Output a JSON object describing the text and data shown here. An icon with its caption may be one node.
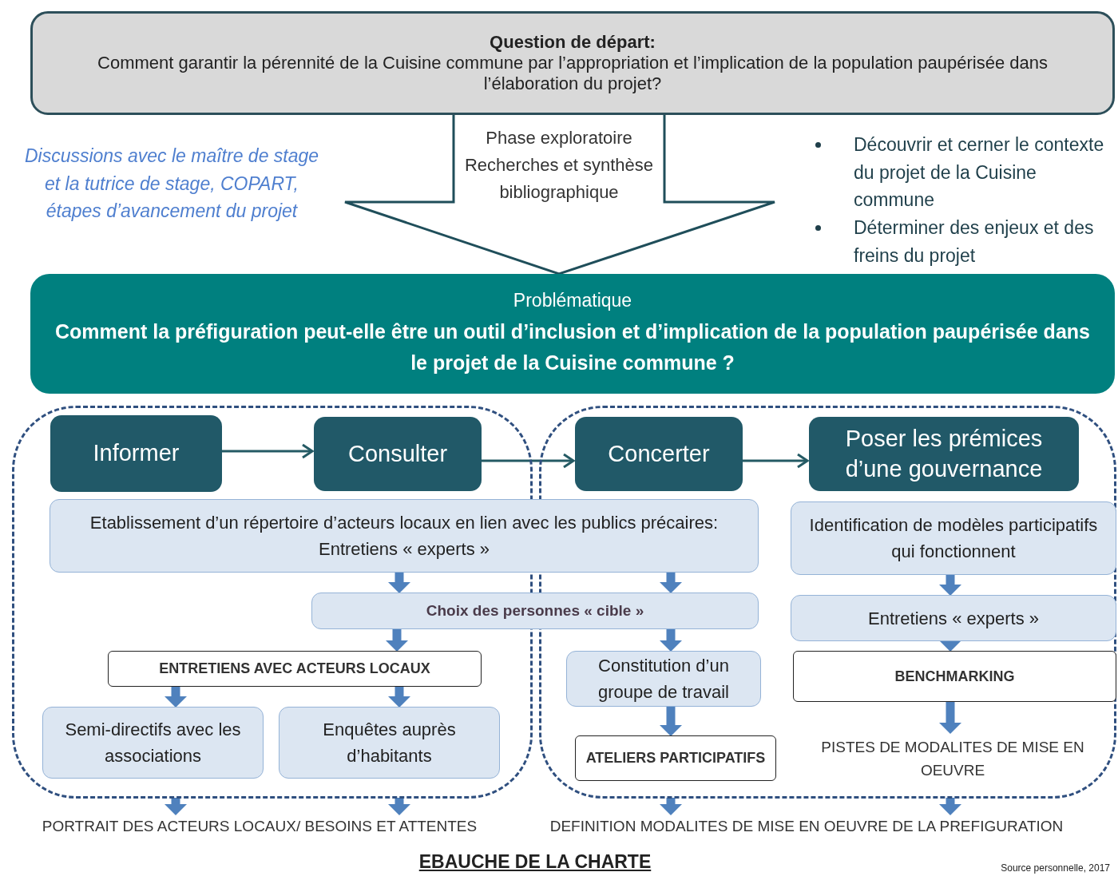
{
  "diagram": {
    "nodes": [
      {
        "text": [
          "Question de départ:",
          "Comment garantir la pérennité de la Cuisine commune par l’appropriation et  l’implication de la population paupérisée dans l’élaboration du projet?"
        ]
      },
      {
        "text": [
          "Phase exploratoire Recherches et synthèse bibliographique"
        ]
      },
      {
        "text": [
          "Problématique",
          "Comment la préfiguration peut-elle être un outil d’inclusion et d’implication de la population paupérisée dans le projet de la Cuisine commune ?"
        ]
      },
      {
        "text": [],
        "shape": "box"
      },
      {
        "text": [],
        "shape": "box"
      },
      {
        "text": [
          "Informer"
        ],
        "in": 3
      },
      {
        "text": [
          "Consulter"
        ],
        "in": 3
      },
      {
        "text": [
          "Concerter"
        ],
        "in": 4
      },
      {
        "text": [
          "Poser les prémices d’une gouvernance"
        ],
        "in": 4
      },
      {
        "text": [
          "Etablissement d’un répertoire d’acteurs locaux en lien avec les publics précaires: Entretiens « experts »"
        ]
      },
      {
        "text": [
          "Identification de modèles participatifs qui fonctionnent"
        ],
        "in": 4
      },
      {
        "text": [
          "Choix des personnes « cible »"
        ]
      },
      {
        "text": [
          "Entretiens « experts »"
        ],
        "in": 4
      },
      {
        "text": [
          "ENTRETIENS AVEC ACTEURS LOCAUX"
        ],
        "in": 3
      },
      {
        "text": [
          "Constitution d’un groupe de travail"
        ],
        "in": 4
      },
      {
        "text": [
          "BENCHMARKING"
        ],
        "in": 4
      },
      {
        "text": [
          "Semi-directifs avec les associations"
        ],
        "in": 3
      },
      {
        "text": [
          "Enquêtes auprès d’habitants"
        ],
        "in": 3
      },
      {
        "text": [
          "ATELIERS PARTICIPATIFS"
        ],
        "in": 4
      },
      {
        "text": [
          "PISTES  DE MODALITES DE MISE EN OEUVRE"
        ],
        "in": 4
      },
      {
        "text": [
          "PORTRAIT DES ACTEURS LOCAUX/ BESOINS ET ATTENTES"
        ]
      },
      {
        "text": [
          "DEFINITION MODALITES DE MISE EN OEUVRE DE LA PREFIGURATION"
        ]
      }
    ],
    "edges": [
      {
        "from": 5,
        "to": 6,
        "arrow": "to",
        "color": "#245a64"
      },
      {
        "from": 6,
        "to": 7,
        "arrow": "to",
        "color": "#245a64"
      },
      {
        "from": 7,
        "to": 8,
        "arrow": "to",
        "color": "#245a64"
      },
      {
        "from": 9,
        "to": 11,
        "arrow": "to"
      },
      {
        "from": 9,
        "to": 11,
        "arrow": "to"
      },
      {
        "from": 11,
        "to": 13,
        "arrow": "to"
      },
      {
        "from": 11,
        "to": 14,
        "arrow": "to"
      },
      {
        "from": 13,
        "to": 16,
        "arrow": "to"
      },
      {
        "from": 13,
        "to": 17,
        "arrow": "to"
      },
      {
        "from": 14,
        "to": 18,
        "arrow": "to"
      },
      {
        "from": 10,
        "to": 12,
        "arrow": "to"
      },
      {
        "from": 12,
        "to": 15,
        "arrow": "to"
      },
      {
        "from": 15,
        "to": 19,
        "arrow": "to"
      },
      {
        "from": 3,
        "to": 20,
        "arrow": "to"
      },
      {
        "from": 3,
        "to": 20,
        "arrow": "to"
      },
      {
        "from": 4,
        "to": 21,
        "arrow": "to"
      },
      {
        "from": 4,
        "to": 21,
        "arrow": "to"
      },
      {
        "from": 1,
        "to": 2,
        "arrow": "to",
        "color": "#1f4e5a"
      }
    ],
    "labels": [
      "Discussions avec le maître de stage et la tutrice de stage, COPART, étapes d’avancement du projet",
      "Découvrir et cerner le contexte du projet de la Cuisine commune",
      "Déterminer des enjeux et des freins du projet",
      "EBAUCHE DE LA CHARTE",
      "Source personnelle, 2017"
    ]
  }
}
